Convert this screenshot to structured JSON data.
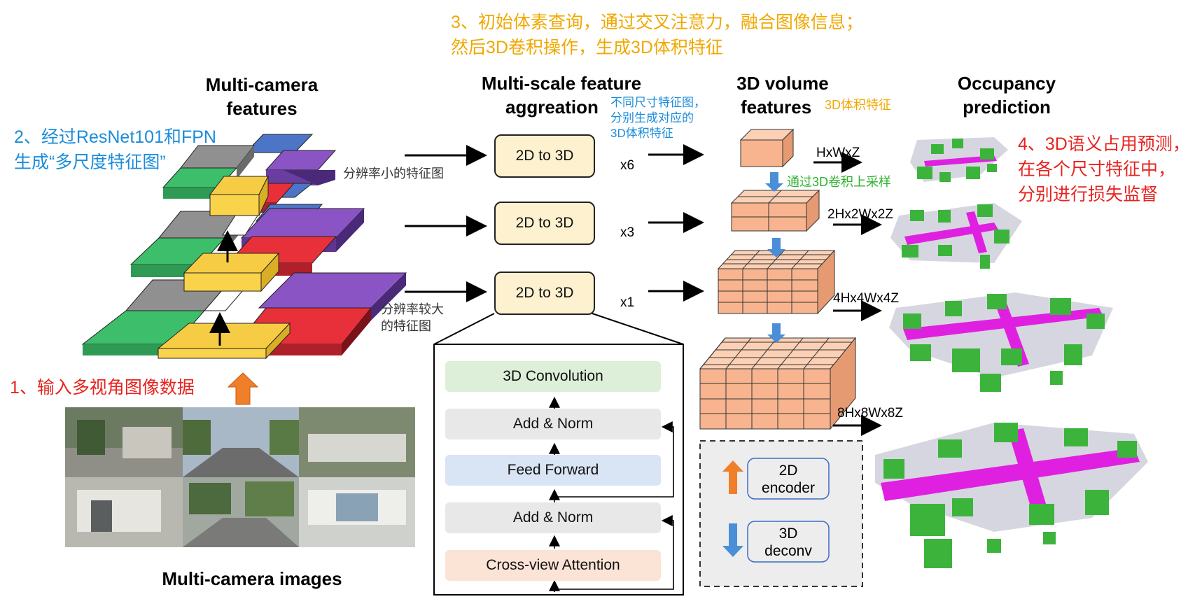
{
  "headings": {
    "multi_camera_features": [
      "Multi-camera",
      "features"
    ],
    "multi_scale": [
      "Multi-scale feature",
      "aggreation"
    ],
    "volume": [
      "3D volume",
      "features"
    ],
    "occupancy": [
      "Occupancy",
      "prediction"
    ],
    "camera_images": "Multi-camera images"
  },
  "notes": {
    "step1": "1、输入多视角图像数据",
    "step2": [
      "2、经过ResNet101和FPN",
      "生成“多尺度特征图”"
    ],
    "step3": [
      "3、初始体素查询，通过交叉注意力，融合图像信息；",
      "然后3D卷积操作，生成3D体积特征"
    ],
    "step4": [
      "4、3D语义占用预测，",
      "在各个尺寸特征中，",
      "分别进行损失监督"
    ],
    "diff_size": [
      "不同尺寸特征图，",
      "分别生成对应的",
      "3D体积特征"
    ],
    "volume_cn": "3D体积特征",
    "upsample": "通过3D卷积上采样",
    "low_res": "分辨率小的特征图",
    "high_res": [
      "分辨率较大",
      "的特征图"
    ]
  },
  "blocks": [
    {
      "label": "2D to 3D",
      "mult": "x6"
    },
    {
      "label": "2D to 3D",
      "mult": "x3"
    },
    {
      "label": "2D to 3D",
      "mult": "x1"
    }
  ],
  "transformer": [
    "3D Convolution",
    "Add & Norm",
    "Feed Forward",
    "Add & Norm",
    "Cross-view Attention"
  ],
  "sizes": [
    "HxWxZ",
    "2Hx2Wx2Z",
    "4Hx4Wx4Z",
    "8Hx8Wx8Z"
  ],
  "legend": {
    "encoder": [
      "2D",
      "encoder"
    ],
    "deconv": [
      "3D",
      "deconv"
    ]
  },
  "colors": {
    "orange_note": "#F0A800",
    "red_note": "#E8231F",
    "blue_note": "#1B8CDA",
    "cube": "#F7B48F",
    "block_fill": "#FDF1CF",
    "magenta": "#E020E0",
    "green": "#3CB43C"
  }
}
